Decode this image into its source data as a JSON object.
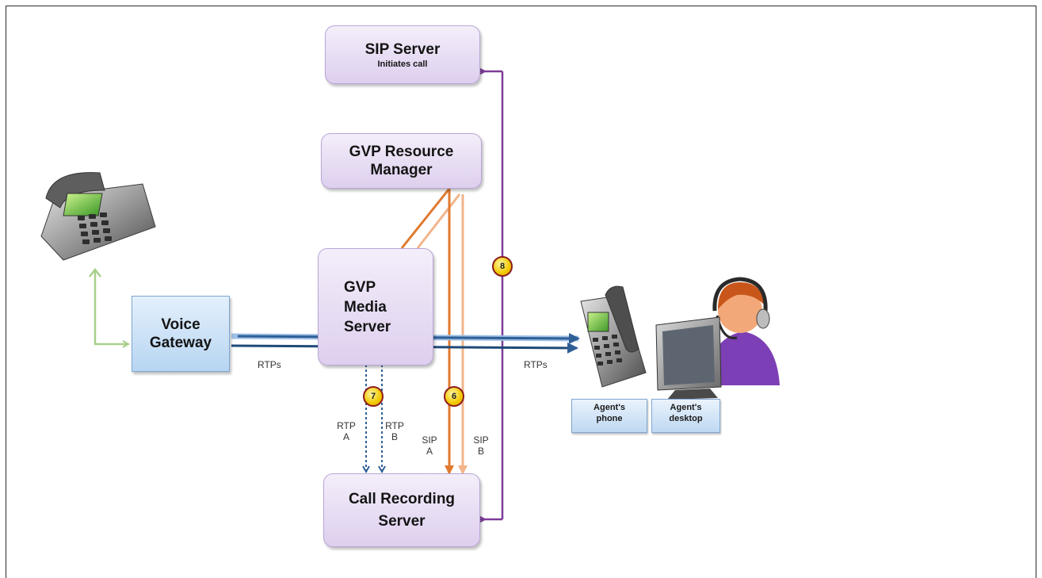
{
  "nodes": {
    "sip_server": {
      "title": "SIP Server",
      "subtitle": "Initiates call"
    },
    "resource_manager": {
      "line1": "GVP Resource",
      "line2": "Manager"
    },
    "media_server": {
      "line1": "GVP",
      "line2": "Media",
      "line3": "Server"
    },
    "voice_gateway": {
      "line1": "Voice",
      "line2": "Gateway"
    },
    "call_recording": {
      "line1": "Call Recording",
      "line2": "Server"
    }
  },
  "labels": {
    "rtps_left": "RTPs",
    "rtps_right": "RTPs",
    "rtp_a": {
      "line1": "RTP",
      "line2": "A"
    },
    "rtp_b": {
      "line1": "RTP",
      "line2": "B"
    },
    "sip_a": {
      "line1": "SIP",
      "line2": "A"
    },
    "sip_b": {
      "line1": "SIP",
      "line2": "B"
    }
  },
  "badges": {
    "seven": "7",
    "six": "6",
    "eight": "8"
  },
  "agent": {
    "phone_label": {
      "line1": "Agent's",
      "line2": "phone"
    },
    "desktop_label": {
      "line1": "Agent's",
      "line2": "desktop"
    }
  },
  "icons": [
    "desk-phone-icon",
    "agent-phone-icon",
    "agent-desktop-icon",
    "agent-avatar-icon"
  ],
  "colors": {
    "rtp_stream": "#2f5f96",
    "sip_a": "#e07a30",
    "sip_b": "#f3b48a",
    "connection_8": "#7d3c98",
    "gateway_phone_link": "#a9cf8a",
    "node_purple": "#e6dbf2",
    "node_blue": "#c8e0f6"
  }
}
